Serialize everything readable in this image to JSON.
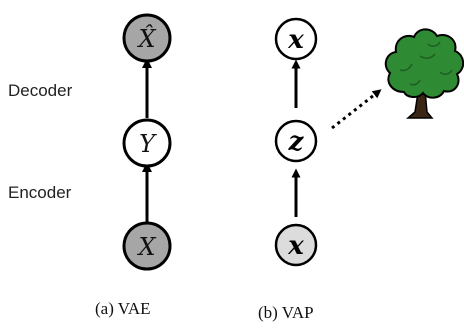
{
  "colors": {
    "stroke": "#000000",
    "shaded_node": "#a6a6a6",
    "light_shaded_node": "#dcdcdc",
    "open_node": "#ffffff",
    "tree_foliage": "#2f8a34",
    "tree_foliage_dark": "#1e5e22",
    "tree_trunk": "#3b2616"
  },
  "vae": {
    "nodes": {
      "top": "X̂",
      "middle": "Y",
      "bottom": "X"
    },
    "decoder_label": "Decoder",
    "encoder_label": "Encoder",
    "caption": "(a) VAE"
  },
  "vap": {
    "nodes": {
      "top": "x",
      "middle": "z",
      "bottom": "x"
    },
    "tree_icon": "tree-icon",
    "caption": "(b) VAP"
  }
}
